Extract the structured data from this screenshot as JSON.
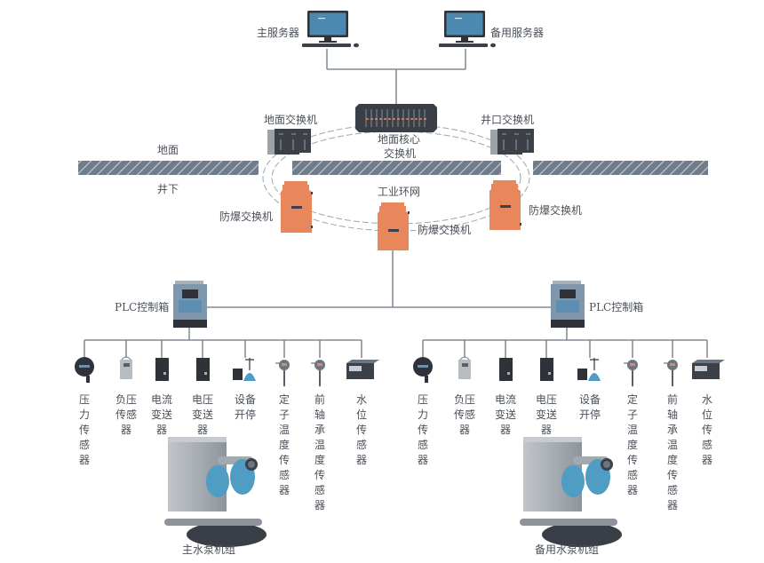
{
  "diagram": {
    "servers": {
      "main": "主服务器",
      "backup": "备用服务器"
    },
    "core_switch": "地面核心\n交换机",
    "core_switch_lines": [
      "地面核心",
      "交换机"
    ],
    "surface_switch": "地面交换机",
    "shaft_switch": "井口交换机",
    "ground_label": "地面",
    "underground_label": "井下",
    "ring_label": "工业环网",
    "explosion_proof_switches": [
      "防爆交换机",
      "防爆交换机",
      "防爆交换机"
    ],
    "plc_boxes": [
      "PLC控制箱",
      "PLC控制箱"
    ],
    "devices": [
      {
        "name": "压力传感器",
        "icon": "pressure-sensor-icon"
      },
      {
        "name": "负压传感器",
        "icon": "negative-pressure-sensor-icon"
      },
      {
        "name": "电流变送器",
        "icon": "current-transmitter-icon"
      },
      {
        "name": "电压变送器",
        "icon": "voltage-transmitter-icon"
      },
      {
        "name": "设备开停",
        "icon": "equipment-on-off-sensor-icon"
      },
      {
        "name": "定子温度传感器",
        "icon": "stator-temperature-sensor-icon"
      },
      {
        "name": "前轴承温度传感器",
        "icon": "bearing-temperature-sensor-icon"
      },
      {
        "name": "水位传感器",
        "icon": "water-level-sensor-icon"
      }
    ],
    "device_label_columns": [
      [
        "压力传感器"
      ],
      [
        "负压",
        "传感",
        "器"
      ],
      [
        "电流",
        "变送",
        "器"
      ],
      [
        "电压",
        "变送",
        "器"
      ],
      [
        "设备",
        "开停"
      ],
      [
        "定子温度传感器"
      ],
      [
        "前轴承温度传感器"
      ],
      [
        "水位传感器"
      ]
    ],
    "pump_units": [
      "主水泵机组",
      "备用水泵机组"
    ],
    "colors": {
      "line": "#6b7580",
      "ring": "#9aa6b2",
      "hatch": "#6f7c8a",
      "ex_switch": "#e8875c",
      "dark_device": "#3c4048",
      "monitor": "#4d88b0",
      "pump_blue": "#4f9cc4"
    }
  }
}
